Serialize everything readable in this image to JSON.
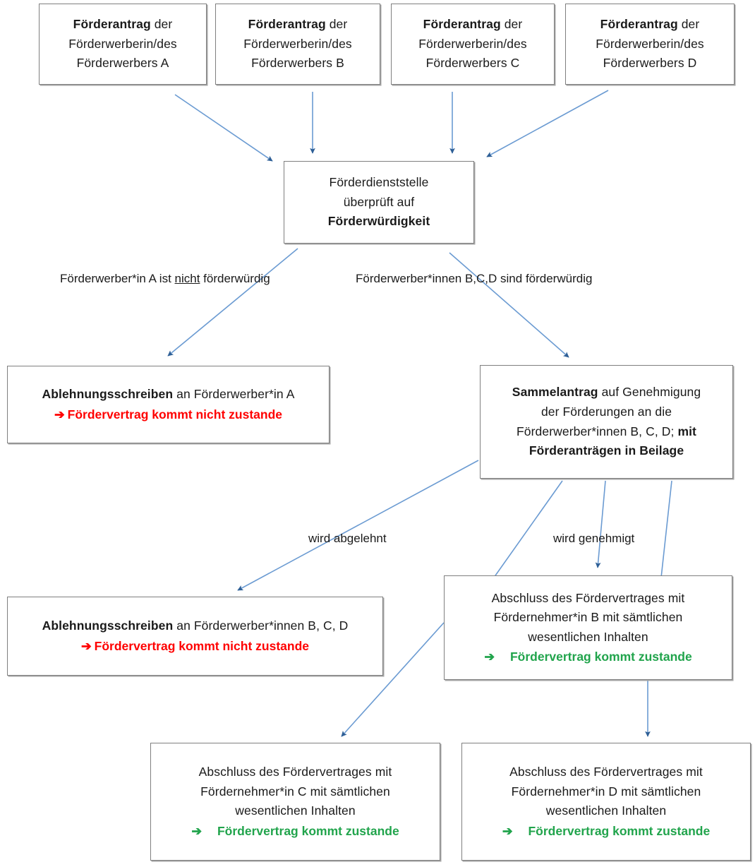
{
  "diagram": {
    "title": "Förderprozess Flussdiagramm",
    "colors": {
      "arrow": "#6b9bd2",
      "arrowhead": "#2e5f96",
      "box_border": "#7f7f7f",
      "negative": "#ff0000",
      "positive": "#21a44c",
      "text": "#1a1a1a",
      "background": "#ffffff"
    },
    "nodes": {
      "antrag_a": {
        "line1_bold": "Förderantrag",
        "line1_rest": " der",
        "line2": "Förderwerberin/des",
        "line3": "Förderwerbers A"
      },
      "antrag_b": {
        "line1_bold": "Förderantrag",
        "line1_rest": " der",
        "line2": "Förderwerberin/des",
        "line3": "Förderwerbers B"
      },
      "antrag_c": {
        "line1_bold": "Förderantrag",
        "line1_rest": " der",
        "line2": "Förderwerberin/des",
        "line3": "Förderwerbers C"
      },
      "antrag_d": {
        "line1_bold": "Förderantrag",
        "line1_rest": " der",
        "line2": "Förderwerberin/des",
        "line3": "Förderwerbers D"
      },
      "pruefung": {
        "line1": "Förderdienststelle",
        "line2": "überprüft auf",
        "line3_bold": "Förderwürdigkeit"
      },
      "ablehnung_a": {
        "line1_bold": "Ablehnungsschreiben",
        "line1_rest": " an Förderwerber*in A",
        "result_arrow": "➔",
        "result": "Fördervertrag kommt nicht zustande"
      },
      "sammelantrag": {
        "line1_bold": "Sammelantrag",
        "line1_rest": " auf Genehmigung",
        "line2": "der Förderungen an die",
        "line3_rest": "Förderwerber*innen B, C, D; ",
        "line3_bold": "mit",
        "line4_bold": "Förderanträgen in Beilage"
      },
      "ablehnung_bcd": {
        "line1_bold": "Ablehnungsschreiben",
        "line1_rest": " an Förderwerber*innen B, C, D",
        "result_arrow": "➔",
        "result": "Fördervertrag kommt nicht zustande"
      },
      "abschluss_b": {
        "line1": "Abschluss des Fördervertrages mit",
        "line2": "Fördernehmer*in B mit sämtlichen",
        "line3": "wesentlichen Inhalten",
        "result_arrow": "➔",
        "result": "Fördervertrag kommt zustande"
      },
      "abschluss_c": {
        "line1": "Abschluss des Fördervertrages mit",
        "line2": "Fördernehmer*in C mit sämtlichen",
        "line3": "wesentlichen Inhalten",
        "result_arrow": "➔",
        "result": "Fördervertrag kommt zustande"
      },
      "abschluss_d": {
        "line1": "Abschluss des Fördervertrages mit",
        "line2": "Fördernehmer*in D mit sämtlichen",
        "line3": "wesentlichen Inhalten",
        "result_arrow": "➔",
        "result": "Fördervertrag kommt zustande"
      }
    },
    "edge_labels": {
      "nicht_foerderwuerdig_pre": "Förderwerber*in A ist ",
      "nicht_foerderwuerdig_underline": "nicht",
      "nicht_foerderwuerdig_post": " förderwürdig",
      "foerderwuerdig": "Förderwerber*innen B,C,D sind förderwürdig",
      "abgelehnt": "wird abgelehnt",
      "genehmigt": "wird genehmigt"
    }
  }
}
